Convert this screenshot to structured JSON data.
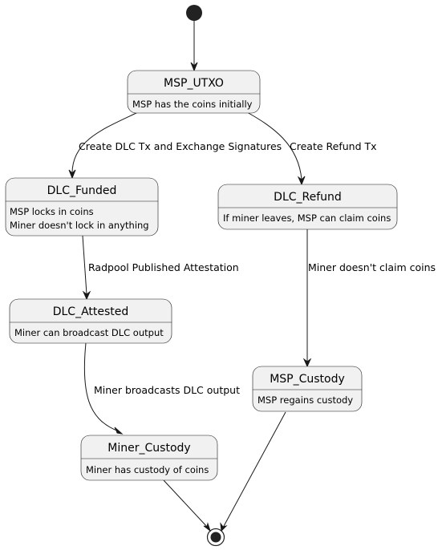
{
  "states": {
    "msp_utxo": {
      "title": "MSP_UTXO",
      "desc": [
        "MSP has the coins initially"
      ]
    },
    "dlc_funded": {
      "title": "DLC_Funded",
      "desc": [
        "MSP locks in coins",
        "Miner doesn't lock in anything"
      ]
    },
    "dlc_refund": {
      "title": "DLC_Refund",
      "desc": [
        "If miner leaves, MSP can claim coins"
      ]
    },
    "dlc_attested": {
      "title": "DLC_Attested",
      "desc": [
        "Miner can broadcast DLC output"
      ]
    },
    "msp_custody": {
      "title": "MSP_Custody",
      "desc": [
        "MSP regains custody"
      ]
    },
    "miner_custody": {
      "title": "Miner_Custody",
      "desc": [
        "Miner has custody of coins"
      ]
    }
  },
  "transitions": {
    "utxo_to_funded": "Create DLC Tx and Exchange Signatures",
    "utxo_to_refund": "Create Refund Tx",
    "funded_to_attested": "Radpool Published Attestation",
    "refund_to_custody": "Miner doesn't claim coins",
    "attested_to_miner": "Miner broadcasts DLC output"
  }
}
